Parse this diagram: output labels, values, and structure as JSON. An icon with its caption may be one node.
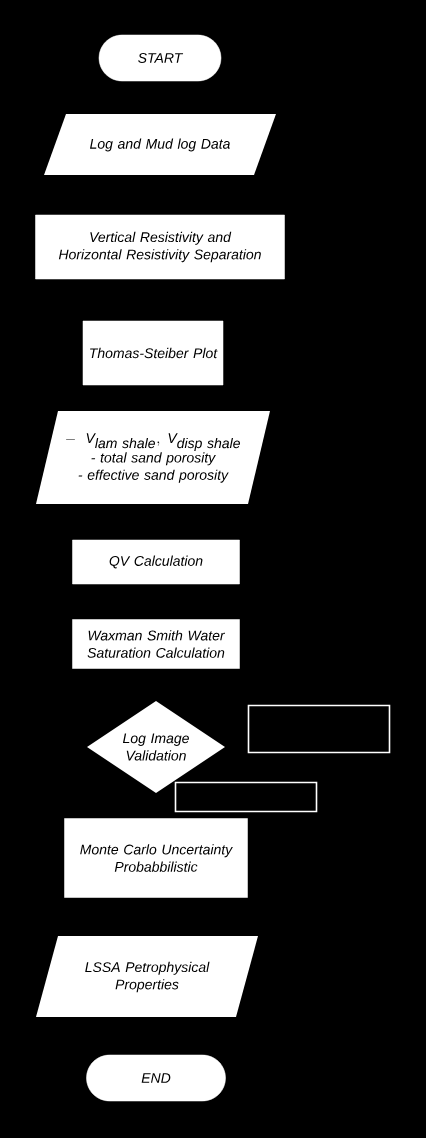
{
  "diagram": {
    "nodes": [
      {
        "text": [
          "START"
        ]
      },
      {
        "text": [
          "Log and Mud log Data"
        ]
      },
      {
        "text": [
          "Vertical Resistivity and Horizontal Resistivity Separation"
        ]
      },
      {
        "text": [
          "Thomas-Steiber Plot"
        ]
      },
      {
        "text": [
          "-\\ \\ \\textit{V}_{\\textit{lam shale}},\\ \\textit{V}_{\\textit{disp shale}}",
          "- total sand porosity",
          "- effective sand porosity"
        ]
      },
      {
        "text": [
          "QV Calculation"
        ]
      },
      {
        "text": [
          "Waxman Smith Water Saturation Calculation"
        ]
      },
      {
        "text": [
          "Log Image Validation"
        ]
      },
      {
        "text": [],
        "shape": "box"
      },
      {
        "text": [],
        "shape": "box"
      },
      {
        "text": [
          "Monte Carlo Uncertainty Probabbilistic"
        ]
      },
      {
        "text": [
          "LSSA  Petrophysical Properties"
        ]
      },
      {
        "text": [
          "END"
        ]
      }
    ]
  }
}
